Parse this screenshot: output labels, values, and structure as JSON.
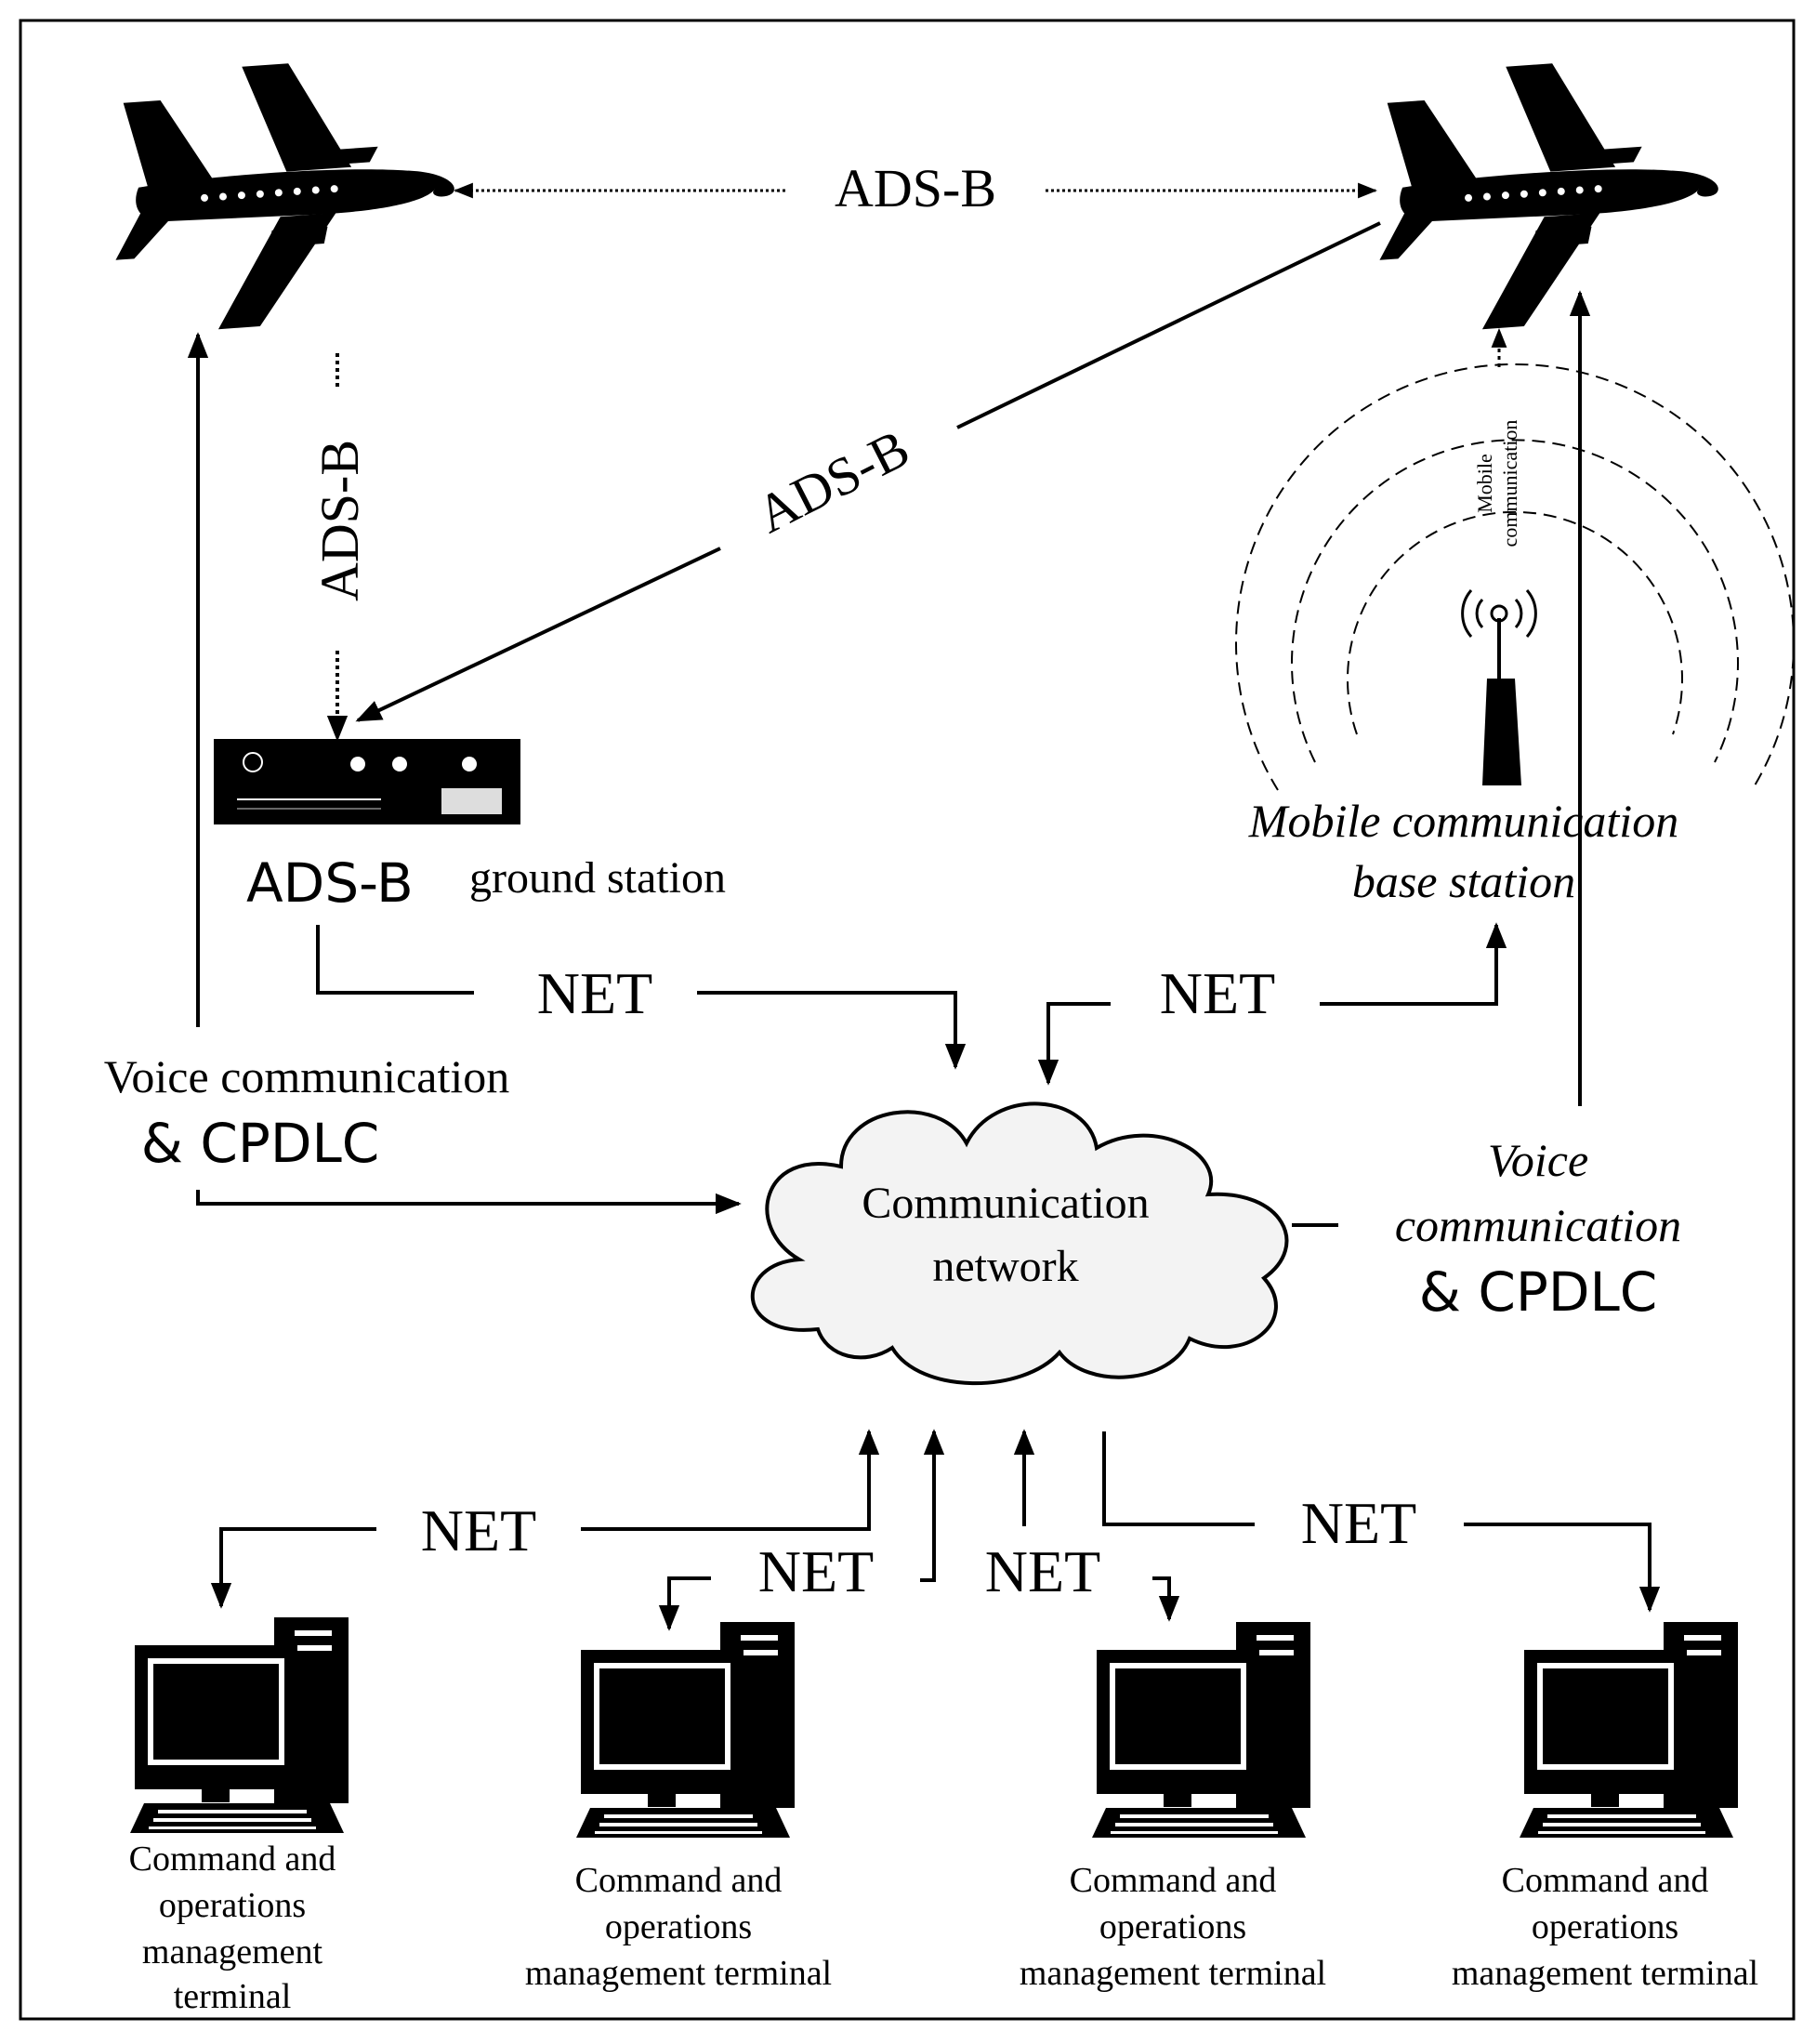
{
  "labels": {
    "ads_b_top": "ADS-B",
    "ads_b_vertical": "ADS-B",
    "ads_b_diagonal": "ADS-B",
    "ground_station_prefix": "ADS-B",
    "ground_station_suffix": "ground station",
    "mobile_tower_tag_line1": "Mobile",
    "mobile_tower_tag_line2": "communication",
    "mobile_base_line1": "Mobile communication",
    "mobile_base_line2": "base station",
    "net_left": "NET",
    "net_right": "NET",
    "voice_left_line1": "Voice communication",
    "voice_left_line2": "& CPDLC",
    "voice_right_line1": "Voice",
    "voice_right_line2": "communication",
    "voice_right_line3": "& CPDLC",
    "cloud_line1": "Communication",
    "cloud_line2": "network",
    "net_bottom_1": "NET",
    "net_bottom_2": "NET",
    "net_bottom_3": "NET",
    "net_bottom_4": "NET"
  },
  "terminals": [
    {
      "line1": "Command and",
      "line2": "operations",
      "line3": "management",
      "line4": "terminal"
    },
    {
      "line1": "Command and",
      "line2": "operations",
      "line3": "management terminal"
    },
    {
      "line1": "Command and",
      "line2": "operations",
      "line3": "management terminal"
    },
    {
      "line1": "Command and",
      "line2": "operations",
      "line3": "management terminal"
    }
  ]
}
